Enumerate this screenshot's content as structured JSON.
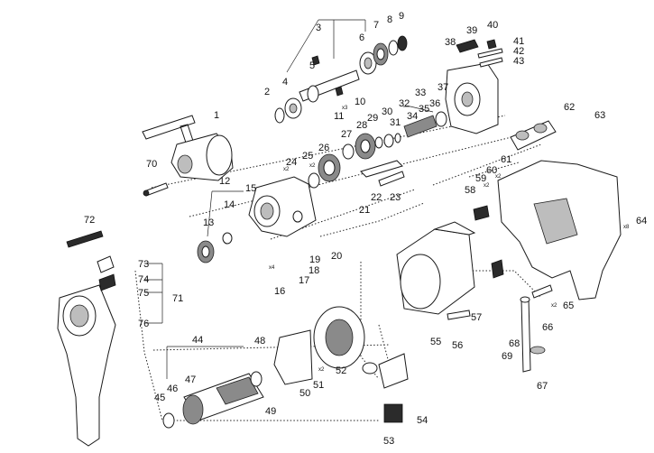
{
  "diagram": {
    "callouts": [
      "1",
      "2",
      "3",
      "4",
      "5",
      "6",
      "7",
      "8",
      "9",
      "10",
      "11",
      "12",
      "13",
      "14",
      "15",
      "16",
      "17",
      "18",
      "19",
      "20",
      "21",
      "22",
      "23",
      "24",
      "25",
      "26",
      "27",
      "28",
      "29",
      "30",
      "31",
      "32",
      "33",
      "34",
      "35",
      "36",
      "37",
      "38",
      "39",
      "40",
      "41",
      "42",
      "43",
      "44",
      "45",
      "46",
      "47",
      "48",
      "49",
      "50",
      "51",
      "52",
      "53",
      "54",
      "55",
      "56",
      "57",
      "58",
      "59",
      "60",
      "61",
      "62",
      "63",
      "64",
      "65",
      "66",
      "67",
      "68",
      "69",
      "70",
      "71",
      "72",
      "73",
      "74",
      "75",
      "76"
    ],
    "quantities": {
      "q11": "x3",
      "q16": "x4",
      "q24": "x2",
      "q25": "x2",
      "q51": "x2",
      "q59": "x2",
      "q60": "x2",
      "q64": "x8",
      "q65": "x2"
    }
  }
}
